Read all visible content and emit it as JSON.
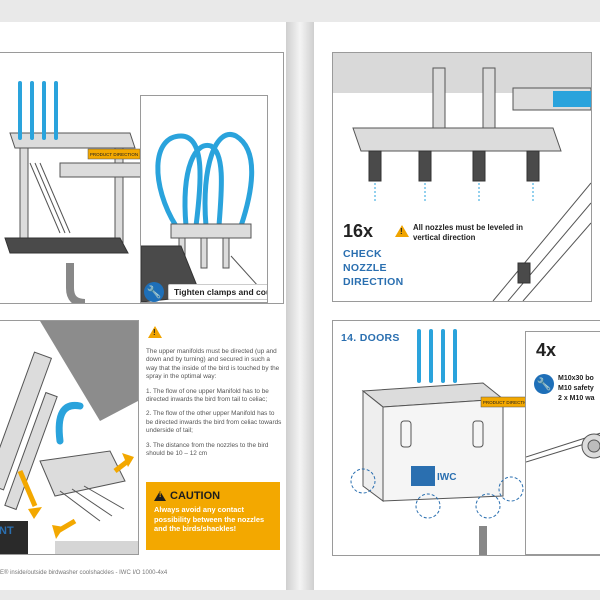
{
  "left_page": {
    "panel_top": {
      "tag_product_direction": "PRODUCT DIRECTION",
      "caption": "Tighten clamps and couplers",
      "caption_icon": "wrench-icon"
    },
    "panel_bottom": {
      "partial_label": "NT"
    },
    "info": {
      "intro": "The upper manifolds must be directed (up and down and by turning) and secured in such a way that the inside of the bird is touched by the spray in the optimal way:",
      "items": [
        "1. The flow of one upper Manifold has to be directed inwards the bird from tail to celiac;",
        "2. The flow of the other upper Manifold has to be directed inwards the bird from celiac towards underside of tail;",
        "3. The distance from the nozzles to the bird should be 10 – 12 cm"
      ]
    },
    "caution": {
      "title": "CAUTION",
      "text": "Always avoid any contact possibility between the nozzles and the birds/shackles!"
    },
    "footer": "E® inside/outside birdwasher coolshackles - IWC I/O 1000-4x4"
  },
  "right_page": {
    "panel_top": {
      "count": "16x",
      "label_lines": [
        "CHECK",
        "NOZZLE",
        "DIRECTION"
      ],
      "note": "All nozzles must be leveled in vertical direction"
    },
    "panel_bottom": {
      "title": "14. DOORS",
      "tag_product_direction": "PRODUCT DIRECTION",
      "logo_text": "IWC",
      "count": "4x",
      "spec_lines": [
        "M10x30 bo",
        "M10 safety",
        "2 x M10 wa"
      ]
    }
  },
  "colors": {
    "hose": "#2aa3dc",
    "caution": "#f3a800",
    "accent_blue": "#2a6fb0",
    "wrench_badge": "#1e6fb8"
  }
}
